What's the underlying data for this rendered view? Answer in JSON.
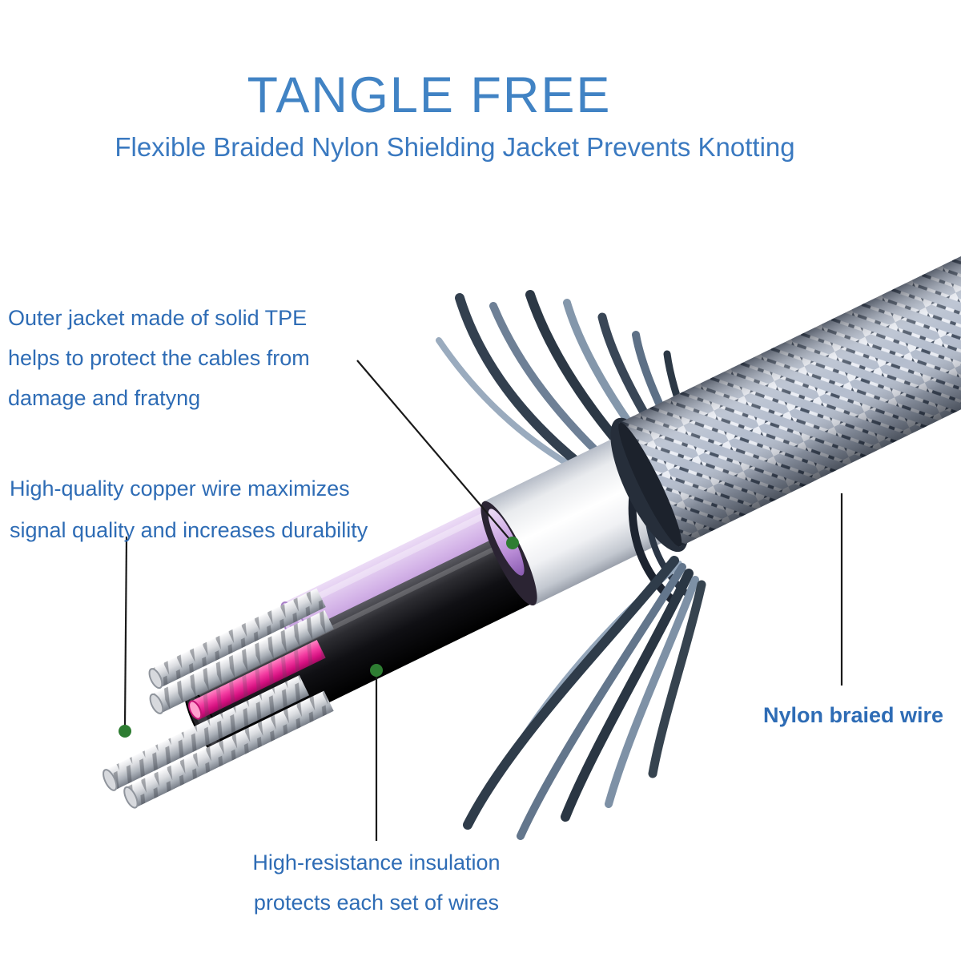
{
  "title": "TANGLE FREE",
  "subtitle": "Flexible Braided Nylon Shielding Jacket Prevents Knotting",
  "callouts": {
    "outer_jacket": {
      "line1": "Outer jacket made of solid TPE",
      "line2": "helps to protect the cables from",
      "line3": "damage and fratyng"
    },
    "copper_wire": {
      "line1": "High-quality copper wire maximizes",
      "line2": "signal quality and increases durability"
    },
    "nylon_braid": {
      "label": "Nylon braied wire"
    },
    "insulation": {
      "line1": "High-resistance insulation",
      "line2": "protects each set of wires"
    }
  },
  "colors": {
    "title_blue": "#4183c4",
    "annotation_blue": "#2e6cb5",
    "pointer_dot_green": "#2e7d32",
    "pointer_line": "#1a1a1a",
    "pink_wire": "#e8138e",
    "lavender_insulation": "#c49add",
    "tpe_jacket_white": "#ffffff",
    "black_insulation": "#101014",
    "braid_gray": "#aab4c6"
  }
}
